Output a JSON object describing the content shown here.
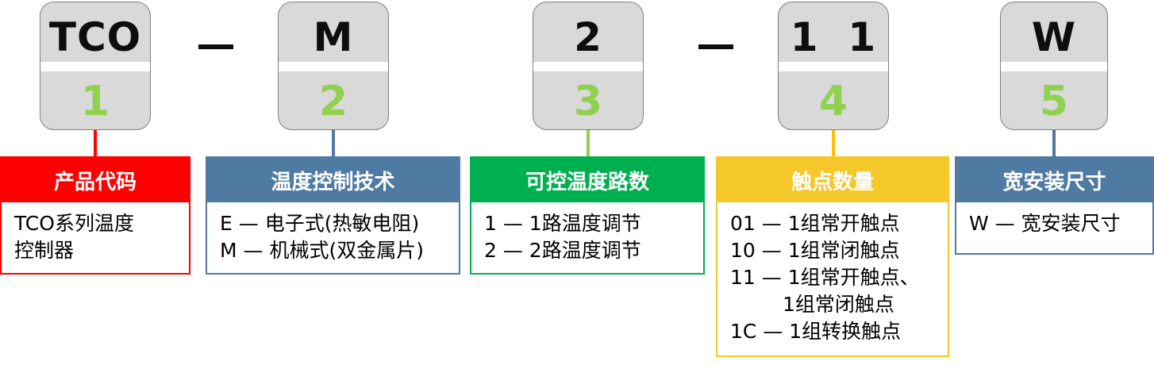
{
  "keys": [
    {
      "code": "TCO",
      "num": "1"
    },
    {
      "code": "M",
      "num": "2"
    },
    {
      "code": "2",
      "num": "3"
    },
    {
      "code": "1  1",
      "num": "4"
    },
    {
      "code": "W",
      "num": "5"
    }
  ],
  "separators": [
    "—",
    "—"
  ],
  "boxes": [
    {
      "title": "产品代码",
      "color": "#ff0000",
      "lines": [
        "TCO系列温度",
        "控制器"
      ]
    },
    {
      "title": "温度控制技术",
      "color": "#4f7ba3",
      "lines": [
        "E — 电子式(热敏电阻)",
        "M — 机械式(双金属片)"
      ]
    },
    {
      "title": "可控温度路数",
      "color": "#00b050",
      "lines": [
        "1 — 1路温度调节",
        "2 — 2路温度调节"
      ]
    },
    {
      "title": "触点数量",
      "color": "#f4c72a",
      "lines": [
        "01 — 1组常开触点",
        "10 — 1组常闭触点",
        "11 — 1组常开触点、",
        "1组常闭触点",
        "1C — 1组转换触点"
      ]
    },
    {
      "title": "宽安装尺寸",
      "color": "#4f7ba3",
      "lines": [
        "W — 宽安装尺寸"
      ]
    }
  ],
  "colors": {
    "key_fill": "#d9d9d9",
    "key_number": "#92d050",
    "connector_1": "#ff0000",
    "connector_2": "#4f7ba3",
    "connector_3": "#92d050",
    "connector_4": "#ffc000",
    "connector_5": "#4f7ba3"
  }
}
